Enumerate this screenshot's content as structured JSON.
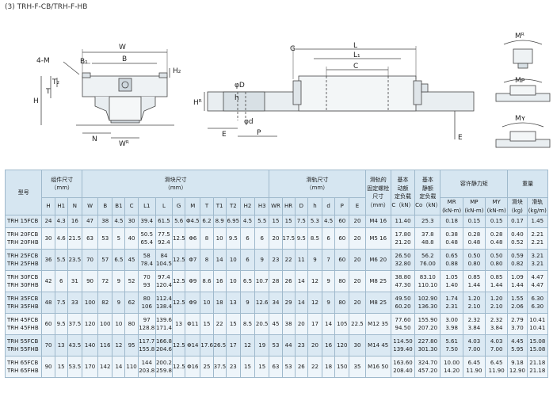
{
  "heading": "(3) TRH-F-CB/TRH-F-HB",
  "drawing_labels": {
    "W": "W",
    "B": "B",
    "B1": "B₁",
    "M": "4-M",
    "T": "T",
    "T2": "T₂",
    "H": "H",
    "H2": "H₂",
    "N": "N",
    "WR": "Wᴿ",
    "G": "G",
    "L": "L",
    "L1": "L₁",
    "C": "C",
    "phiD": "φD",
    "phid": "φd",
    "h": "h",
    "HR": "Hᴿ",
    "E": "E",
    "P": "P",
    "E2": "E",
    "MR": "Mᴿ",
    "MP": "Mᴘ",
    "MY": "Mʏ"
  },
  "header": {
    "model": "型号",
    "assembly": "组件尺寸\n（mm）",
    "block": "滑块尺寸\n（mm）",
    "rail": "滑轨尺寸\n（mm）",
    "bolt": "滑轨的\n固定螺栓\n尺寸\n（mm）",
    "dyn": "基本\n动额\n定负载\nC（kN）",
    "stat": "基本\n静额\n定负载\nCo（kN）",
    "moment": "容许静力矩",
    "weight": "重量",
    "mr": "MR\n(kN-m)",
    "mp": "MP\n(kN-m)",
    "my": "MY\n(kN-m)",
    "block_w": "滑块\n(kg)",
    "rail_w": "滑轨\n(kg/m)",
    "cols": [
      "H",
      "H1",
      "N",
      "W",
      "B",
      "B1",
      "C",
      "L1",
      "L",
      "G",
      "M",
      "T",
      "T1",
      "T2",
      "H2",
      "H3",
      "WR",
      "HR",
      "D",
      "h",
      "d",
      "P",
      "E"
    ]
  },
  "rows": [
    {
      "model": "TRH 15FCB",
      "single": true,
      "c": [
        "24",
        "4.3",
        "16",
        "47",
        "38",
        "4.5",
        "30",
        "39.4",
        "61.5",
        "5.6",
        "Φ4.5",
        "6.2",
        "8.9",
        "6.95",
        "4.5",
        "5.5",
        "15",
        "15",
        "7.5",
        "5.3",
        "4.5",
        "60",
        "20",
        "M4 16",
        "11.40",
        "25.3",
        "0.18",
        "0.15",
        "0.15",
        "0.17",
        "1.45"
      ]
    },
    {
      "model": "TRH 20FCB\nTRH 20FHB",
      "c": [
        "30",
        "4.6",
        "21.5",
        "63",
        "53",
        "5",
        "40",
        "50.5\n65.4",
        "77.5\n92.4",
        "12.5",
        "Φ6",
        "8",
        "10",
        "9.5",
        "6",
        "6",
        "20",
        "17.5",
        "9.5",
        "8.5",
        "6",
        "60",
        "20",
        "M5 16",
        "17.80\n21.20",
        "37.8\n48.8",
        "0.38\n0.48",
        "0.28\n0.48",
        "0.28\n0.48",
        "0.40\n0.52",
        "2.21\n2.21"
      ]
    },
    {
      "model": "TRH 25FCB\nTRH 25FHB",
      "c": [
        "36",
        "5.5",
        "23.5",
        "70",
        "57",
        "6.5",
        "45",
        "58\n78.4",
        "84\n104.5",
        "12.5",
        "Φ7",
        "8",
        "14",
        "10",
        "6",
        "9",
        "23",
        "22",
        "11",
        "9",
        "7",
        "60",
        "20",
        "M6 20",
        "26.50\n32.80",
        "56.2\n76.00",
        "0.65\n0.88",
        "0.50\n0.80",
        "0.50\n0.80",
        "0.59\n0.82",
        "3.21\n3.21"
      ]
    },
    {
      "model": "TRH 30FCB\nTRH 30FHB",
      "c": [
        "42",
        "6",
        "31",
        "90",
        "72",
        "9",
        "52",
        "70\n93",
        "97.4\n120.4",
        "12.5",
        "Φ9",
        "8.6",
        "16",
        "10",
        "6.5",
        "10.7",
        "28",
        "26",
        "14",
        "12",
        "9",
        "80",
        "20",
        "M8 25",
        "38.80\n47.30",
        "83.10\n110.10",
        "1.05\n1.40",
        "0.85\n1.44",
        "0.85\n1.44",
        "1.09\n1.44",
        "4.47\n4.47"
      ]
    },
    {
      "model": "TRH 35FCB\nTRH 35FHB",
      "c": [
        "48",
        "7.5",
        "33",
        "100",
        "82",
        "9",
        "62",
        "80\n106",
        "112.4\n138.4",
        "12.5",
        "Φ9",
        "10",
        "18",
        "13",
        "9",
        "12.6",
        "34",
        "29",
        "14",
        "12",
        "9",
        "80",
        "20",
        "M8 25",
        "49.50\n60.20",
        "102.90\n136.30",
        "1.74\n2.31",
        "1.20\n2.10",
        "1.20\n2.10",
        "1.55\n2.06",
        "6.30\n6.30"
      ]
    },
    {
      "model": "TRH 45FCB\nTRH 45FHB",
      "c": [
        "60",
        "9.5",
        "37.5",
        "120",
        "100",
        "10",
        "80",
        "97\n128.8",
        "139.6\n171.4",
        "13",
        "Φ11",
        "15",
        "22",
        "15",
        "8.5",
        "20.5",
        "45",
        "38",
        "20",
        "17",
        "14",
        "105",
        "22.5",
        "M12 35",
        "77.60\n94.50",
        "155.90\n207.20",
        "3.00\n3.98",
        "2.32\n3.84",
        "2.32\n3.84",
        "2.79\n3.70",
        "10.41\n10.41"
      ]
    },
    {
      "model": "TRH 55FCB\nTRH 55FHB",
      "c": [
        "70",
        "13",
        "43.5",
        "140",
        "116",
        "12",
        "95",
        "117.7\n155.8",
        "166.8\n204.6",
        "12.5",
        "Φ14",
        "17.6",
        "26.5",
        "17",
        "12",
        "19",
        "53",
        "44",
        "23",
        "20",
        "16",
        "120",
        "30",
        "M14 45",
        "114.50\n139.40",
        "227.80\n301.30",
        "5.61\n7.50",
        "4.03\n7.00",
        "4.03\n7.00",
        "4.45\n5.95",
        "15.08\n15.08"
      ]
    },
    {
      "model": "TRH 65FCB\nTRH 65FHB",
      "c": [
        "90",
        "15",
        "53.5",
        "170",
        "142",
        "14",
        "110",
        "144\n203.8",
        "200.2\n259.8",
        "12.5",
        "Φ16",
        "25",
        "37.5",
        "23",
        "15",
        "15",
        "63",
        "53",
        "26",
        "22",
        "18",
        "150",
        "35",
        "M16 50",
        "163.60\n208.40",
        "324.70\n457.20",
        "10.00\n14.20",
        "6.45\n11.90",
        "6.45\n11.90",
        "9.18\n12.90",
        "21.18\n21.18"
      ]
    }
  ]
}
